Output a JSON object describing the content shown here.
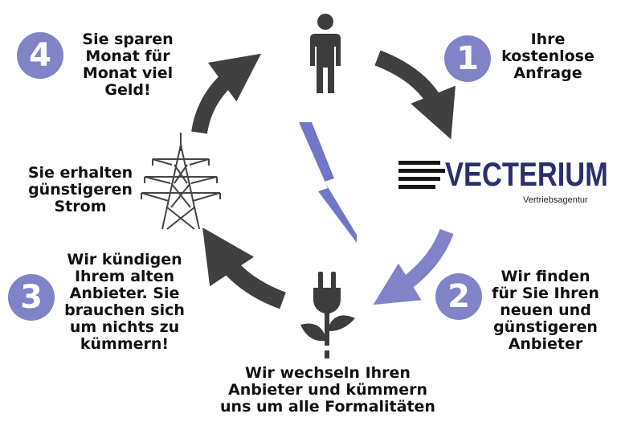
{
  "colors": {
    "accent": "#8083c8",
    "dark": "#404040",
    "bolt": "#7177c8",
    "brand": "#2a2f6e"
  },
  "icons": [
    "person-icon",
    "power-tower-icon",
    "plug-plant-icon",
    "lightning-bolt-icon"
  ],
  "brand": {
    "name": "VECTERIUM",
    "tagline": "Vertriebsagentur"
  },
  "steps": [
    {
      "number": "1",
      "text": "Ihre\nkostenlose\nAnfrage"
    },
    {
      "number": "2",
      "text": "Wir finden\nfür Sie Ihren\nneuen und\ngünstigeren\nAnbieter"
    },
    {
      "number": "3",
      "text": "Wir kündigen\nIhrem alten\nAnbieter. Sie\nbrauchen sich\num nichts zu\nkümmern!"
    },
    {
      "number": "4",
      "text": "Sie sparen\nMonat für\nMonat viel\nGeld!"
    }
  ],
  "bottom_text": "Wir wechseln Ihren\nAnbieter und kümmern\nuns um alle Formalitäten",
  "left_text": "Sie erhalten\ngünstigeren\nStrom"
}
